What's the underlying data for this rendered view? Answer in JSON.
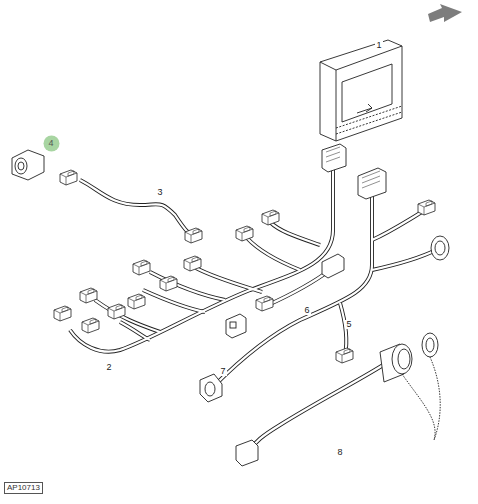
{
  "diagram": {
    "nodes": [
      {
        "text": [
          "4"
        ]
      },
      {
        "text": [
          "AP10713"
        ]
      }
    ],
    "labels": [
      "1",
      "3",
      "2",
      "6",
      "5",
      "7",
      "8"
    ]
  }
}
